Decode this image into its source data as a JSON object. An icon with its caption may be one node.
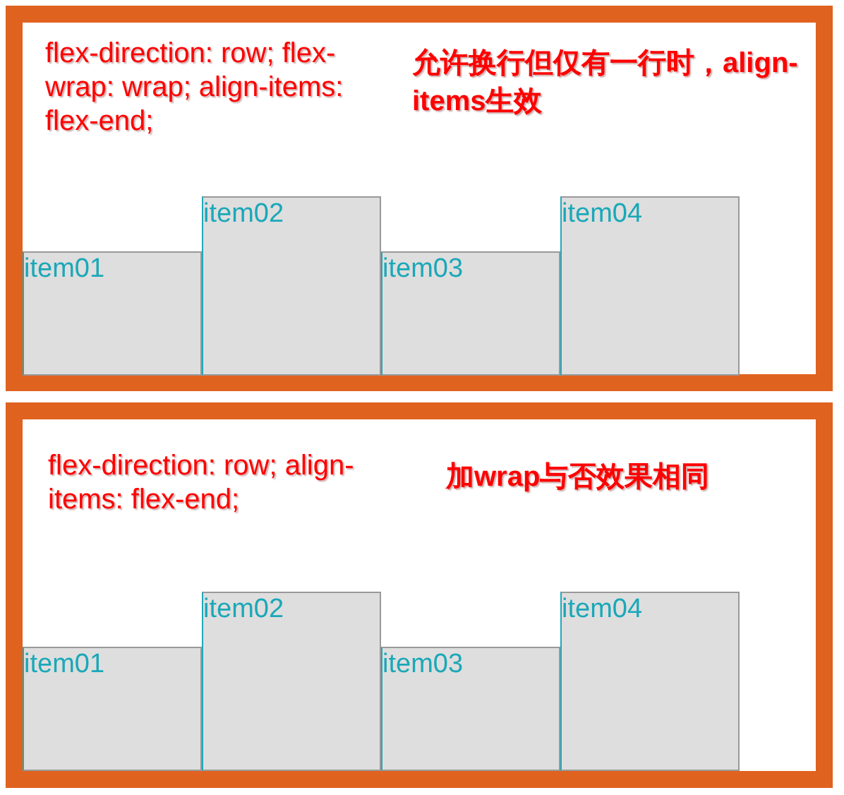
{
  "diagram": {
    "nodes": [
      {
        "text": [
          "flex-direction: row; flex-wrap: wrap; align-items: flex-end;",
          "允许换行但仅有一行时，align-items生效"
        ]
      },
      {
        "text": [
          "item01"
        ],
        "in": 0
      },
      {
        "text": [
          "item02"
        ],
        "in": 0
      },
      {
        "text": [
          "item03"
        ],
        "in": 0
      },
      {
        "text": [
          "item04"
        ],
        "in": 0
      },
      {
        "text": [
          "flex-direction: row; align-items: flex-end;",
          "加wrap与否效果相同"
        ]
      },
      {
        "text": [
          "item01"
        ],
        "in": 5
      },
      {
        "text": [
          "item02"
        ],
        "in": 5
      },
      {
        "text": [
          "item03"
        ],
        "in": 5
      },
      {
        "text": [
          "item04"
        ],
        "in": 5
      }
    ],
    "edges": []
  }
}
